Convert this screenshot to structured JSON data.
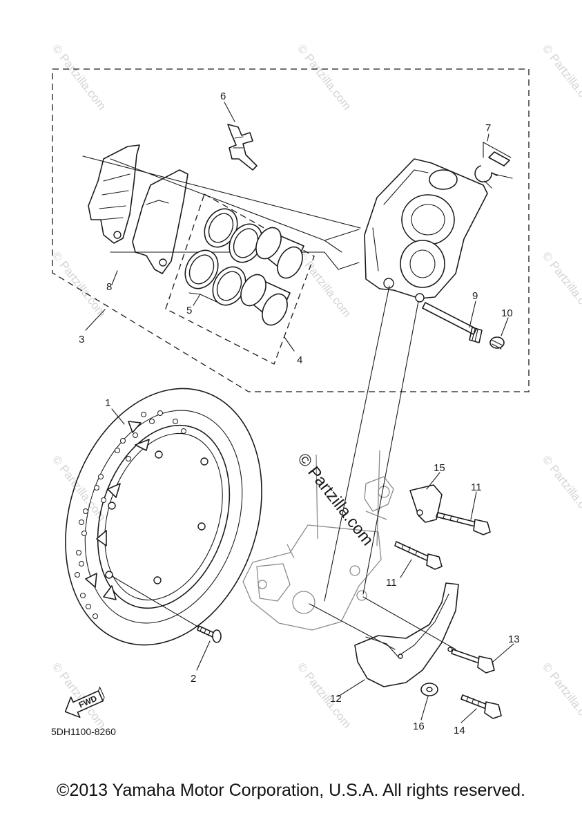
{
  "callouts": {
    "c1": "1",
    "c2": "2",
    "c3": "3",
    "c4": "4",
    "c5": "5",
    "c6": "6",
    "c7": "7",
    "c8": "8",
    "c9": "9",
    "c10": "10",
    "c11a": "11",
    "c11b": "11",
    "c12": "12",
    "c13": "13",
    "c14": "14",
    "c15": "15",
    "c16": "16"
  },
  "diagram_code": "5DH1100-8260",
  "fwd_label": "FWD",
  "watermark": {
    "center": "© Partzilla.com",
    "tile": "© Partzilla.com"
  },
  "copyright": "©2013 Yamaha Motor Corporation, U.S.A. All rights reserved."
}
